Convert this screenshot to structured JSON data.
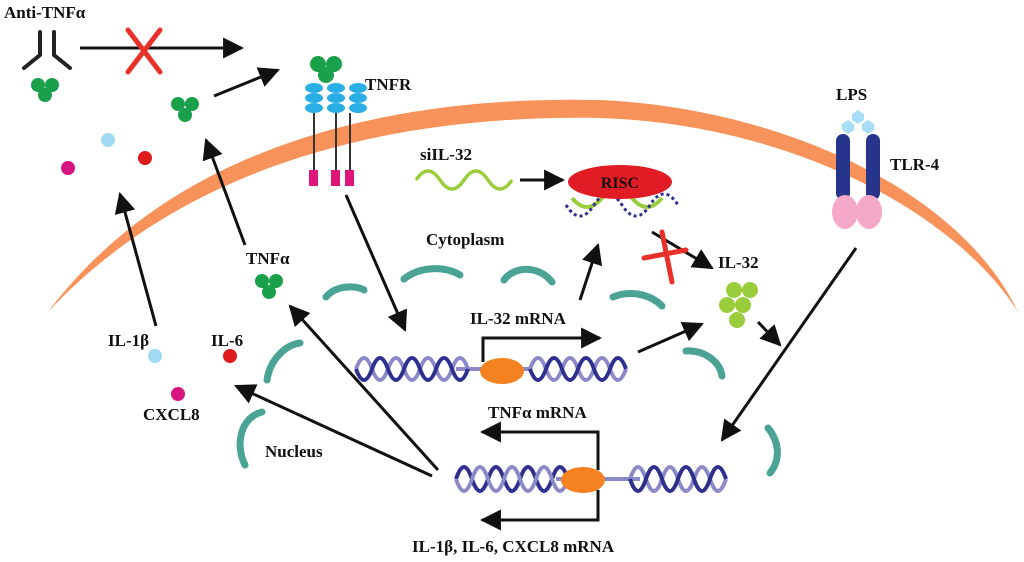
{
  "labels": {
    "anti_tnf": "Anti-TNFα",
    "tnfr": "TNFR",
    "lps": "LPS",
    "tlr4": "TLR-4",
    "sil32": "siIL-32",
    "risc": "RISC",
    "cytoplasm": "Cytoplasm",
    "tnfa": "TNFα",
    "il32": "IL-32",
    "il32_mrna": "IL-32 mRNA",
    "tnfa_mrna": "TNFα mRNA",
    "il1b": "IL-1β",
    "il6": "IL-6",
    "cxcl8": "CXCL8",
    "nucleus": "Nucleus",
    "bottom_mrna": "IL-1β, IL-6, CXCL8 mRNA"
  },
  "colors": {
    "membrane": "#f7935a",
    "nuclear_envelope": "#4aa394",
    "tnfa_protein": "#1aa04a",
    "il32_protein": "#9acd3c",
    "il1b_dot": "#9fdaf2",
    "il6_dot": "#e01b1b",
    "cxcl8_dot": "#d6157e",
    "risc": "#e21c24",
    "inhibition_x": "#e8312a",
    "tnfr_body": "#29aee6",
    "tnfr_tail": "#e0157a",
    "tlr4_body": "#27348b",
    "tlr4_base": "#f5a8c8",
    "lps": "#a8def5",
    "promoter": "#f58220",
    "dna_strand_a": "#2e2f8f",
    "dna_strand_b": "#8c89c9"
  }
}
